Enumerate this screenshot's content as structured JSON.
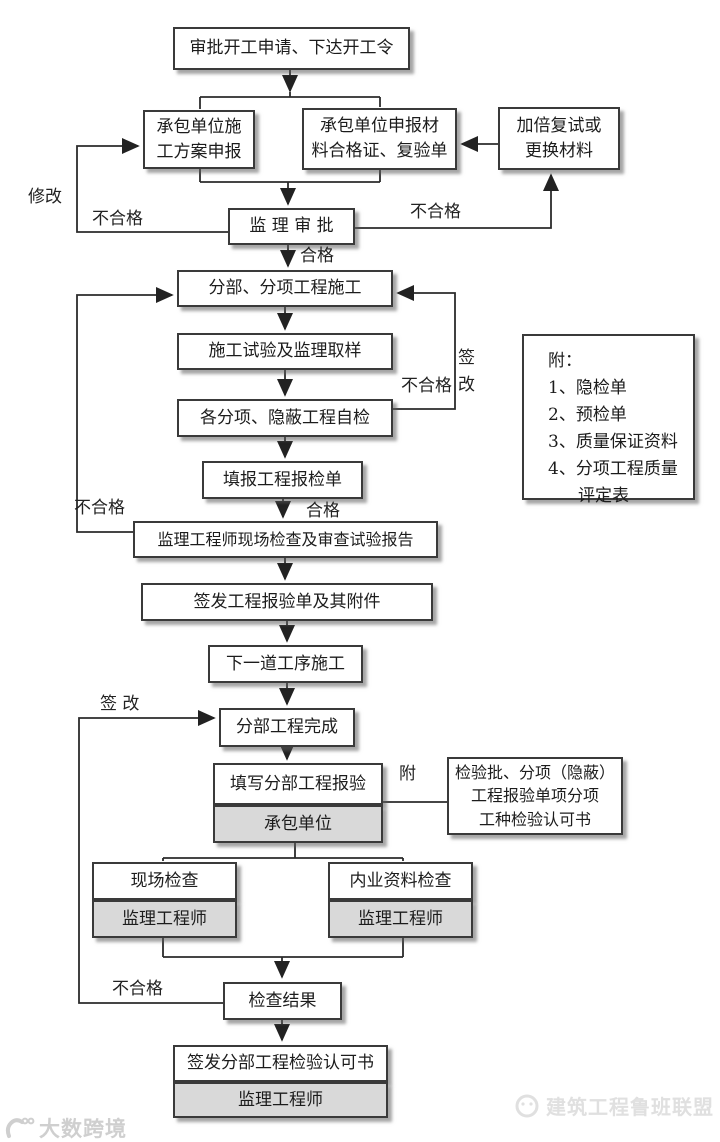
{
  "nodes": {
    "approve_start": "审批开工申请、下达开工令",
    "contractor_plan_l1": "承包单位施",
    "contractor_plan_l2": "工方案申报",
    "materials_l1": "承包单位申报材",
    "materials_l2": "料合格证、复验单",
    "retest_l1": "加倍复试或",
    "retest_l2": "更换材料",
    "supervisor_review": "监 理 审 批",
    "sub_construction": "分部、分项工程施工",
    "test_sampling": "施工试验及监理取样",
    "self_check": "各分项、隐蔽工程自检",
    "fill_inspection": "填报工程报检单",
    "site_review_report": "监理工程师现场检查及审查试验报告",
    "issue_form": "签发工程报验单及其附件",
    "next_process": "下一道工序施工",
    "div_complete": "分部工程完成",
    "fill_div_report": "填写分部工程报验",
    "contractor_unit": "承包单位",
    "attach_note_l1": "检验批、分项（隐蔽）",
    "attach_note_l2": "工程报验单项分项",
    "attach_note_l3": "工种检验认可书",
    "site_check": "现场检查",
    "doc_check": "内业资料检查",
    "supervisor_engineer": "监理工程师",
    "check_result": "检查结果",
    "issue_div_cert": "签发分部工程检验认可书"
  },
  "attachments": {
    "title": "附：",
    "item1": "1、隐检单",
    "item2": "2、预检单",
    "item3": "3、质量保证资料",
    "item4": "4、分项工程质量",
    "item4b": "评定表"
  },
  "labels": {
    "xiugai": "修改",
    "buhege": "不合格",
    "hege": "合格",
    "qian": "签",
    "gai": "改",
    "qiangai": "签 改",
    "fu": "附"
  },
  "watermarks": {
    "bottom_left": "大数跨境",
    "bottom_right": "建筑工程鲁班联盟"
  },
  "colors": {
    "line": "#2b2b2b",
    "box_border": "#3a3a3a",
    "gray_fill": "#d9d9d9",
    "shadow": "#8f8f8f",
    "watermark_left": "#cfcfcf",
    "watermark_right": "#e0e0e0"
  }
}
